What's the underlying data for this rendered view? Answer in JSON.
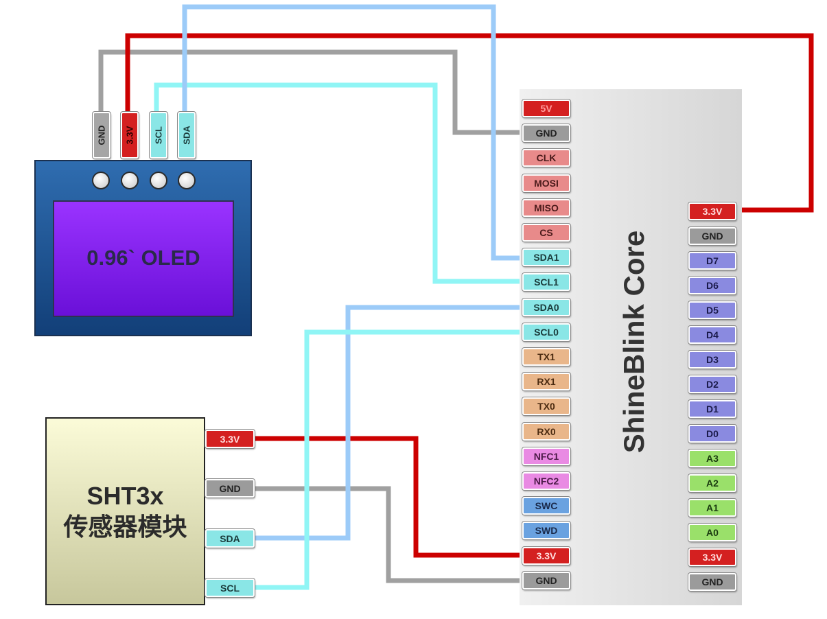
{
  "oled": {
    "label": "0.96` OLED",
    "pins": [
      {
        "label": "GND",
        "color": "#a6a6a6",
        "text_color": "#222222"
      },
      {
        "label": "3.3V",
        "color": "#d42020",
        "text_color": "#2a0000"
      },
      {
        "label": "SCL",
        "color": "#8ae6e6",
        "text_color": "#1a3a3a"
      },
      {
        "label": "SDA",
        "color": "#8ae6e6",
        "text_color": "#1a3a3a"
      }
    ]
  },
  "sht_module": {
    "title": "SHT3x",
    "subtitle": "传感器模块",
    "pins": [
      {
        "label": "3.3V",
        "color": "#d42020",
        "text_color": "#ffdede"
      },
      {
        "label": "GND",
        "color": "#9b9b9b",
        "text_color": "#222222"
      },
      {
        "label": "SDA",
        "color": "#8ae6e6",
        "text_color": "#1a3a3a"
      },
      {
        "label": "SCL",
        "color": "#8ae6e6",
        "text_color": "#1a3a3a"
      }
    ]
  },
  "board": {
    "name": "ShineBlink Core",
    "left_pins": [
      {
        "label": "5V",
        "color": "#d42020",
        "text_color": "#ff9c9c"
      },
      {
        "label": "GND",
        "color": "#9b9b9b",
        "text_color": "#222222"
      },
      {
        "label": "CLK",
        "color": "#e88a8a",
        "text_color": "#4a1a1a"
      },
      {
        "label": "MOSI",
        "color": "#e88a8a",
        "text_color": "#4a1a1a"
      },
      {
        "label": "MISO",
        "color": "#e88a8a",
        "text_color": "#4a1a1a"
      },
      {
        "label": "CS",
        "color": "#e88a8a",
        "text_color": "#4a1a1a"
      },
      {
        "label": "SDA1",
        "color": "#8ae6e6",
        "text_color": "#1a3a3a"
      },
      {
        "label": "SCL1",
        "color": "#8ae6e6",
        "text_color": "#1a3a3a"
      },
      {
        "label": "SDA0",
        "color": "#8ae6e6",
        "text_color": "#1a3a3a"
      },
      {
        "label": "SCL0",
        "color": "#8ae6e6",
        "text_color": "#1a3a3a"
      },
      {
        "label": "TX1",
        "color": "#e9b68a",
        "text_color": "#4a2a10"
      },
      {
        "label": "RX1",
        "color": "#e9b68a",
        "text_color": "#4a2a10"
      },
      {
        "label": "TX0",
        "color": "#e9b68a",
        "text_color": "#4a2a10"
      },
      {
        "label": "RX0",
        "color": "#e9b68a",
        "text_color": "#4a2a10"
      },
      {
        "label": "NFC1",
        "color": "#e98ae3",
        "text_color": "#4a1a46"
      },
      {
        "label": "NFC2",
        "color": "#e98ae3",
        "text_color": "#4a1a46"
      },
      {
        "label": "SWC",
        "color": "#6aa2e0",
        "text_color": "#1a2a4a"
      },
      {
        "label": "SWD",
        "color": "#6aa2e0",
        "text_color": "#1a2a4a"
      },
      {
        "label": "3.3V",
        "color": "#d42020",
        "text_color": "#ffdede"
      },
      {
        "label": "GND",
        "color": "#9b9b9b",
        "text_color": "#222222"
      }
    ],
    "right_pins": [
      {
        "label": "3.3V",
        "color": "#d42020",
        "text_color": "#ffdede"
      },
      {
        "label": "GND",
        "color": "#9b9b9b",
        "text_color": "#222222"
      },
      {
        "label": "D7",
        "color": "#8a8ae0",
        "text_color": "#1a1a4a"
      },
      {
        "label": "D6",
        "color": "#8a8ae0",
        "text_color": "#1a1a4a"
      },
      {
        "label": "D5",
        "color": "#8a8ae0",
        "text_color": "#1a1a4a"
      },
      {
        "label": "D4",
        "color": "#8a8ae0",
        "text_color": "#1a1a4a"
      },
      {
        "label": "D3",
        "color": "#8a8ae0",
        "text_color": "#1a1a4a"
      },
      {
        "label": "D2",
        "color": "#8a8ae0",
        "text_color": "#1a1a4a"
      },
      {
        "label": "D1",
        "color": "#8a8ae0",
        "text_color": "#1a1a4a"
      },
      {
        "label": "D0",
        "color": "#8a8ae0",
        "text_color": "#1a1a4a"
      },
      {
        "label": "A3",
        "color": "#9ae06a",
        "text_color": "#1a3a10"
      },
      {
        "label": "A2",
        "color": "#9ae06a",
        "text_color": "#1a3a10"
      },
      {
        "label": "A1",
        "color": "#9ae06a",
        "text_color": "#1a3a10"
      },
      {
        "label": "A0",
        "color": "#9ae06a",
        "text_color": "#1a3a10"
      },
      {
        "label": "3.3V",
        "color": "#d42020",
        "text_color": "#ffdede"
      },
      {
        "label": "GND",
        "color": "#9b9b9b",
        "text_color": "#222222"
      }
    ]
  },
  "wire_colors": {
    "power": "#cc0000",
    "ground": "#a0a0a0",
    "sda": "#9ccbf8",
    "scl": "#90f5f5"
  }
}
